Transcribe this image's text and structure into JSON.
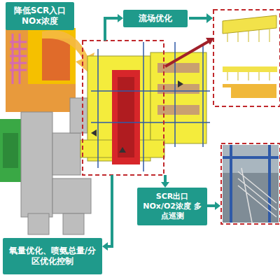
{
  "diagram": {
    "nodes": [
      {
        "text": [
          "降低SCR入口 NOx浓度"
        ]
      },
      {
        "text": [
          "流场优化"
        ]
      },
      {
        "text": [
          "SCR出口 NOx/O2浓度 多点巡测"
        ]
      },
      {
        "text": [
          "氧量优化、喷氨总量/分区优化控制"
        ]
      }
    ]
  }
}
